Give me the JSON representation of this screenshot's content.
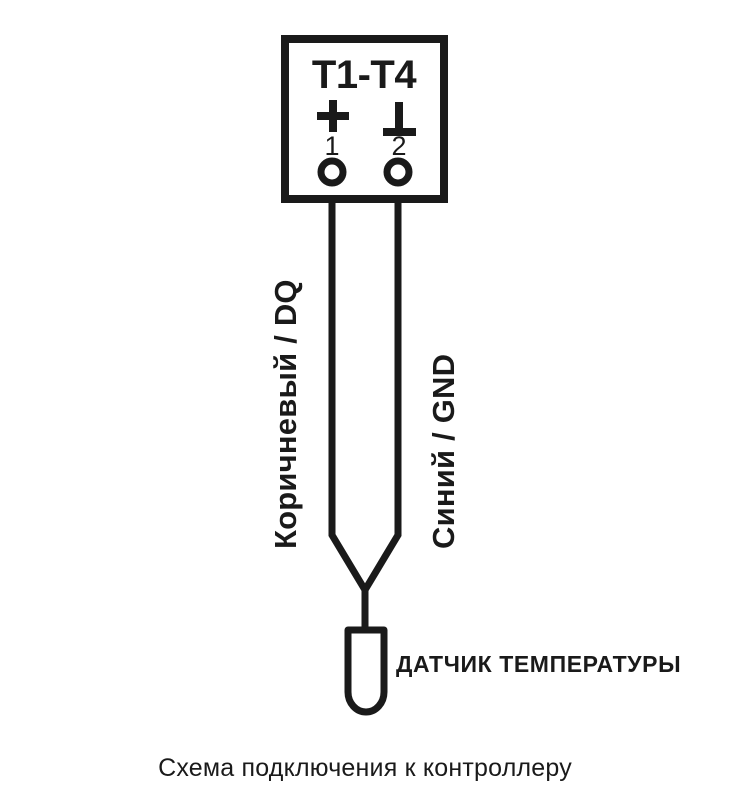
{
  "diagram": {
    "caption": "Схема подключения к контроллеру",
    "module": {
      "title": "T1-T4",
      "pins": [
        {
          "symbol": "plus",
          "symbol_glyph": "+",
          "number": "1"
        },
        {
          "symbol": "ground",
          "symbol_glyph": "⊥",
          "number": "2"
        }
      ]
    },
    "wires": [
      {
        "label": "Коричневый / DQ",
        "color_name": "Коричневый",
        "signal": "DQ"
      },
      {
        "label": "Синий / GND",
        "color_name": "Синий",
        "signal": "GND"
      }
    ],
    "sensor": {
      "label": "ДАТЧИК ТЕМПЕРАТУРЫ"
    },
    "colors": {
      "ink": "#1a1a1a",
      "background": "#ffffff"
    }
  }
}
